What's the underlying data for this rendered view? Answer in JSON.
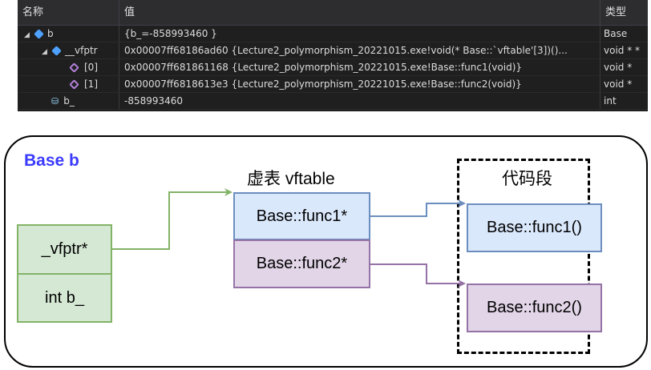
{
  "watch": {
    "columns": {
      "name": "名称",
      "value": "值",
      "type": "类型"
    },
    "rows": [
      {
        "name": "b",
        "value": "{b_=-858993460 }",
        "type": "Base"
      },
      {
        "name": "__vfptr",
        "value": "0x00007ff68186ad60 {Lecture2_polymorphism_20221015.exe!void(* Base::`vftable'[3])()...",
        "type": "void * *"
      },
      {
        "name": "[0]",
        "value": "0x00007ff681861168 {Lecture2_polymorphism_20221015.exe!Base::func1(void)}",
        "type": "void *"
      },
      {
        "name": "[1]",
        "value": "0x00007ff6818613e3 {Lecture2_polymorphism_20221015.exe!Base::func2(void)}",
        "type": "void *"
      },
      {
        "name": "b_",
        "value": "-858993460",
        "type": "int"
      }
    ]
  },
  "diagram": {
    "object_title": "Base b",
    "object_fields": [
      "_vfptr*",
      "int b_"
    ],
    "vftable_title": "虚表 vftable",
    "vftable_entries": [
      "Base::func1*",
      "Base::func2*"
    ],
    "code_title": "代码段",
    "code_entries": [
      "Base::func1()",
      "Base::func2()"
    ]
  },
  "colors": {
    "green_fill": "#d5e8d4",
    "green_stroke": "#82b366",
    "blue_fill": "#dae8fc",
    "blue_stroke": "#6c8ebf",
    "purple_fill": "#e1d5e7",
    "purple_stroke": "#9673a6",
    "title_blue": "#3b3bff"
  }
}
